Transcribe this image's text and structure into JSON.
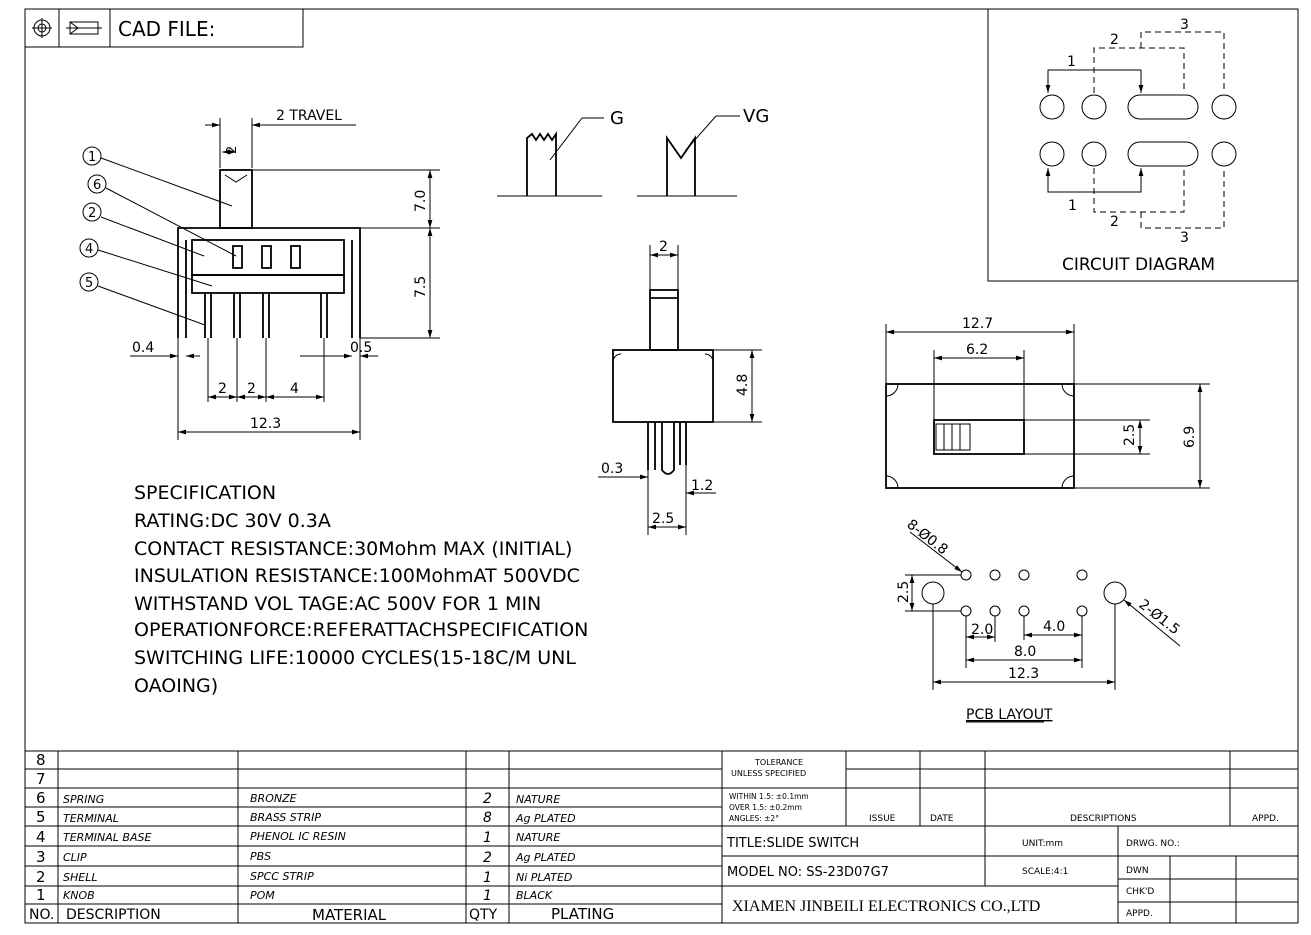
{
  "header": {
    "cad_file_label": "CAD FILE:"
  },
  "side_view": {
    "travel_label": "2 TRAVEL",
    "travel_value": "2",
    "height_top": "7.0",
    "height_body": "7.5",
    "callouts": [
      "1",
      "6",
      "2",
      "4",
      "5"
    ],
    "dim_left": "0.4",
    "dim_right": "0.5",
    "pitch_1": "2",
    "pitch_2": "2",
    "pitch_3": "4",
    "overall_width": "12.3"
  },
  "knob_types": {
    "g_label": "G",
    "vg_label": "VG"
  },
  "end_view": {
    "knob_width": "2",
    "body_height": "4.8",
    "pin_thickness": "0.3",
    "pin_width": "1.2",
    "overall": "2.5"
  },
  "circuit_diagram": {
    "title": "CIRCUIT DIAGRAM",
    "top_labels": [
      "1",
      "2",
      "3"
    ],
    "bottom_labels": [
      "1",
      "2",
      "3"
    ]
  },
  "top_view": {
    "length": "12.7",
    "slot_length": "6.2",
    "slot_width": "2.5",
    "width": "6.9"
  },
  "pcb_layout": {
    "title": "PCB LAYOUT",
    "holes_small": "8-Ø0.8",
    "holes_large": "2-Ø1.5",
    "height": "2.5",
    "pitch_small": "2.0",
    "pitch_mid": "4.0",
    "span_inner": "8.0",
    "span_outer": "12.3"
  },
  "specification": {
    "lines": [
      "SPECIFICATION",
      "RATING:DC  30V 0.3A",
      "CONTACT RESISTANCE:30Mohm MAX (INITIAL)",
      "INSULATION RESISTANCE:100MohmAT 500VDC",
      "WITHSTAND VOL TAGE:AC 500V FOR 1 MIN",
      "OPERATIONFORCE:REFERATTACHSPECIFICATION",
      "SWITCHING LIFE:10000 CYCLES(15-18C/M UNL",
      "OAOING)"
    ]
  },
  "bom": {
    "headers": {
      "no": "NO.",
      "description": "DESCRIPTION",
      "material": "MATERIAL",
      "qty": "QTY",
      "plating": "PLATING"
    },
    "rows": [
      {
        "no": "8",
        "description": "",
        "material": "",
        "qty": "",
        "plating": ""
      },
      {
        "no": "7",
        "description": "",
        "material": "",
        "qty": "",
        "plating": ""
      },
      {
        "no": "6",
        "description": "SPRING",
        "material": "BRONZE",
        "qty": "2",
        "plating": "NATURE"
      },
      {
        "no": "5",
        "description": "TERMINAL",
        "material": "BRASS STRIP",
        "qty": "8",
        "plating": "Ag PLATED"
      },
      {
        "no": "4",
        "description": "TERMINAL BASE",
        "material": "PHENOL IC RESIN",
        "qty": "1",
        "plating": "NATURE"
      },
      {
        "no": "3",
        "description": "CLIP",
        "material": "PBS",
        "qty": "2",
        "plating": "Ag PLATED"
      },
      {
        "no": "2",
        "description": "SHELL",
        "material": "SPCC STRIP",
        "qty": "1",
        "plating": "Ni PLATED"
      },
      {
        "no": "1",
        "description": "KNOB",
        "material": "POM",
        "qty": "1",
        "plating": "BLACK"
      }
    ]
  },
  "title_block": {
    "tolerance_1": "TOLERANCE",
    "tolerance_2": "UNLESS SPECIFIED",
    "within": "WITHIN 1.5: ±0.1mm",
    "over": "OVER 1.5:  ±0.2mm",
    "angles": "ANGLES: ±2°",
    "issue": "ISSUE",
    "date": "DATE",
    "descriptions": "DESCRIPTIONS",
    "appd_head": "APPD.",
    "title": "TITLE:SLIDE SWITCH",
    "unit": "UNIT:mm",
    "drwg_no": "DRWG. NO.:",
    "model": "MODEL NO: SS-23D07G7",
    "scale": "SCALE:4:1",
    "dwn": "DWN",
    "chkd": "CHK'D",
    "appd": "APPD.",
    "company": "XIAMEN JINBEILI ELECTRONICS CO.,LTD"
  }
}
